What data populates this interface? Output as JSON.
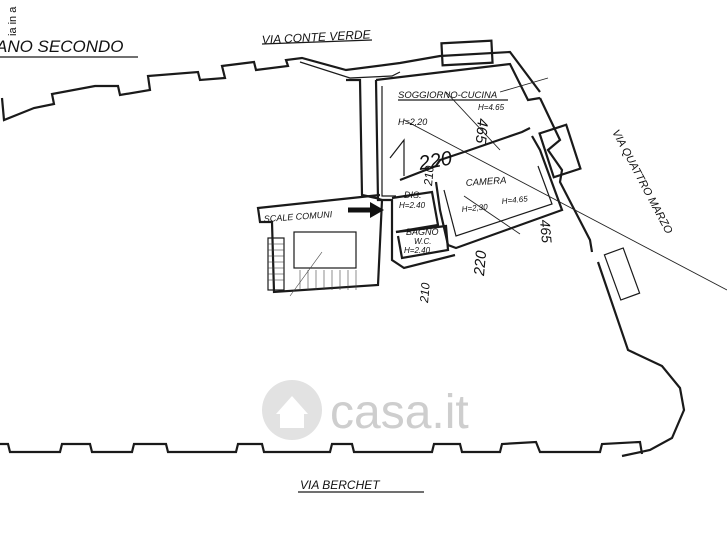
{
  "plan": {
    "floor_title": "ANO SECONDO",
    "margin_fragment": "ia in a",
    "streets": {
      "north": "VIA CONTE VERDE",
      "east": "VIA QUATTRO MARZO",
      "south": "VIA BERCHET"
    },
    "rooms": {
      "living": {
        "name": "SOGGIORNO-CUCINA",
        "height": "H=4.65"
      },
      "bedroom": {
        "name": "CAMERA",
        "height": "H=4.65"
      },
      "hall": {
        "name": "DIS.",
        "height": "H=2.40"
      },
      "bath": {
        "name": "BAGNO",
        "sub": "W.C.",
        "height": "H=2.40"
      },
      "stairs": {
        "name": "SCALE COMUNI"
      }
    },
    "heights": {
      "mezzanine": "H=2,20",
      "mezzanine_bed": "H=2,30"
    },
    "dimensions": {
      "d1": "220",
      "d2": "465",
      "d3": "220",
      "d4": "465",
      "d5": "210",
      "d6": "210"
    }
  },
  "watermark": {
    "brand": "casa.it"
  }
}
